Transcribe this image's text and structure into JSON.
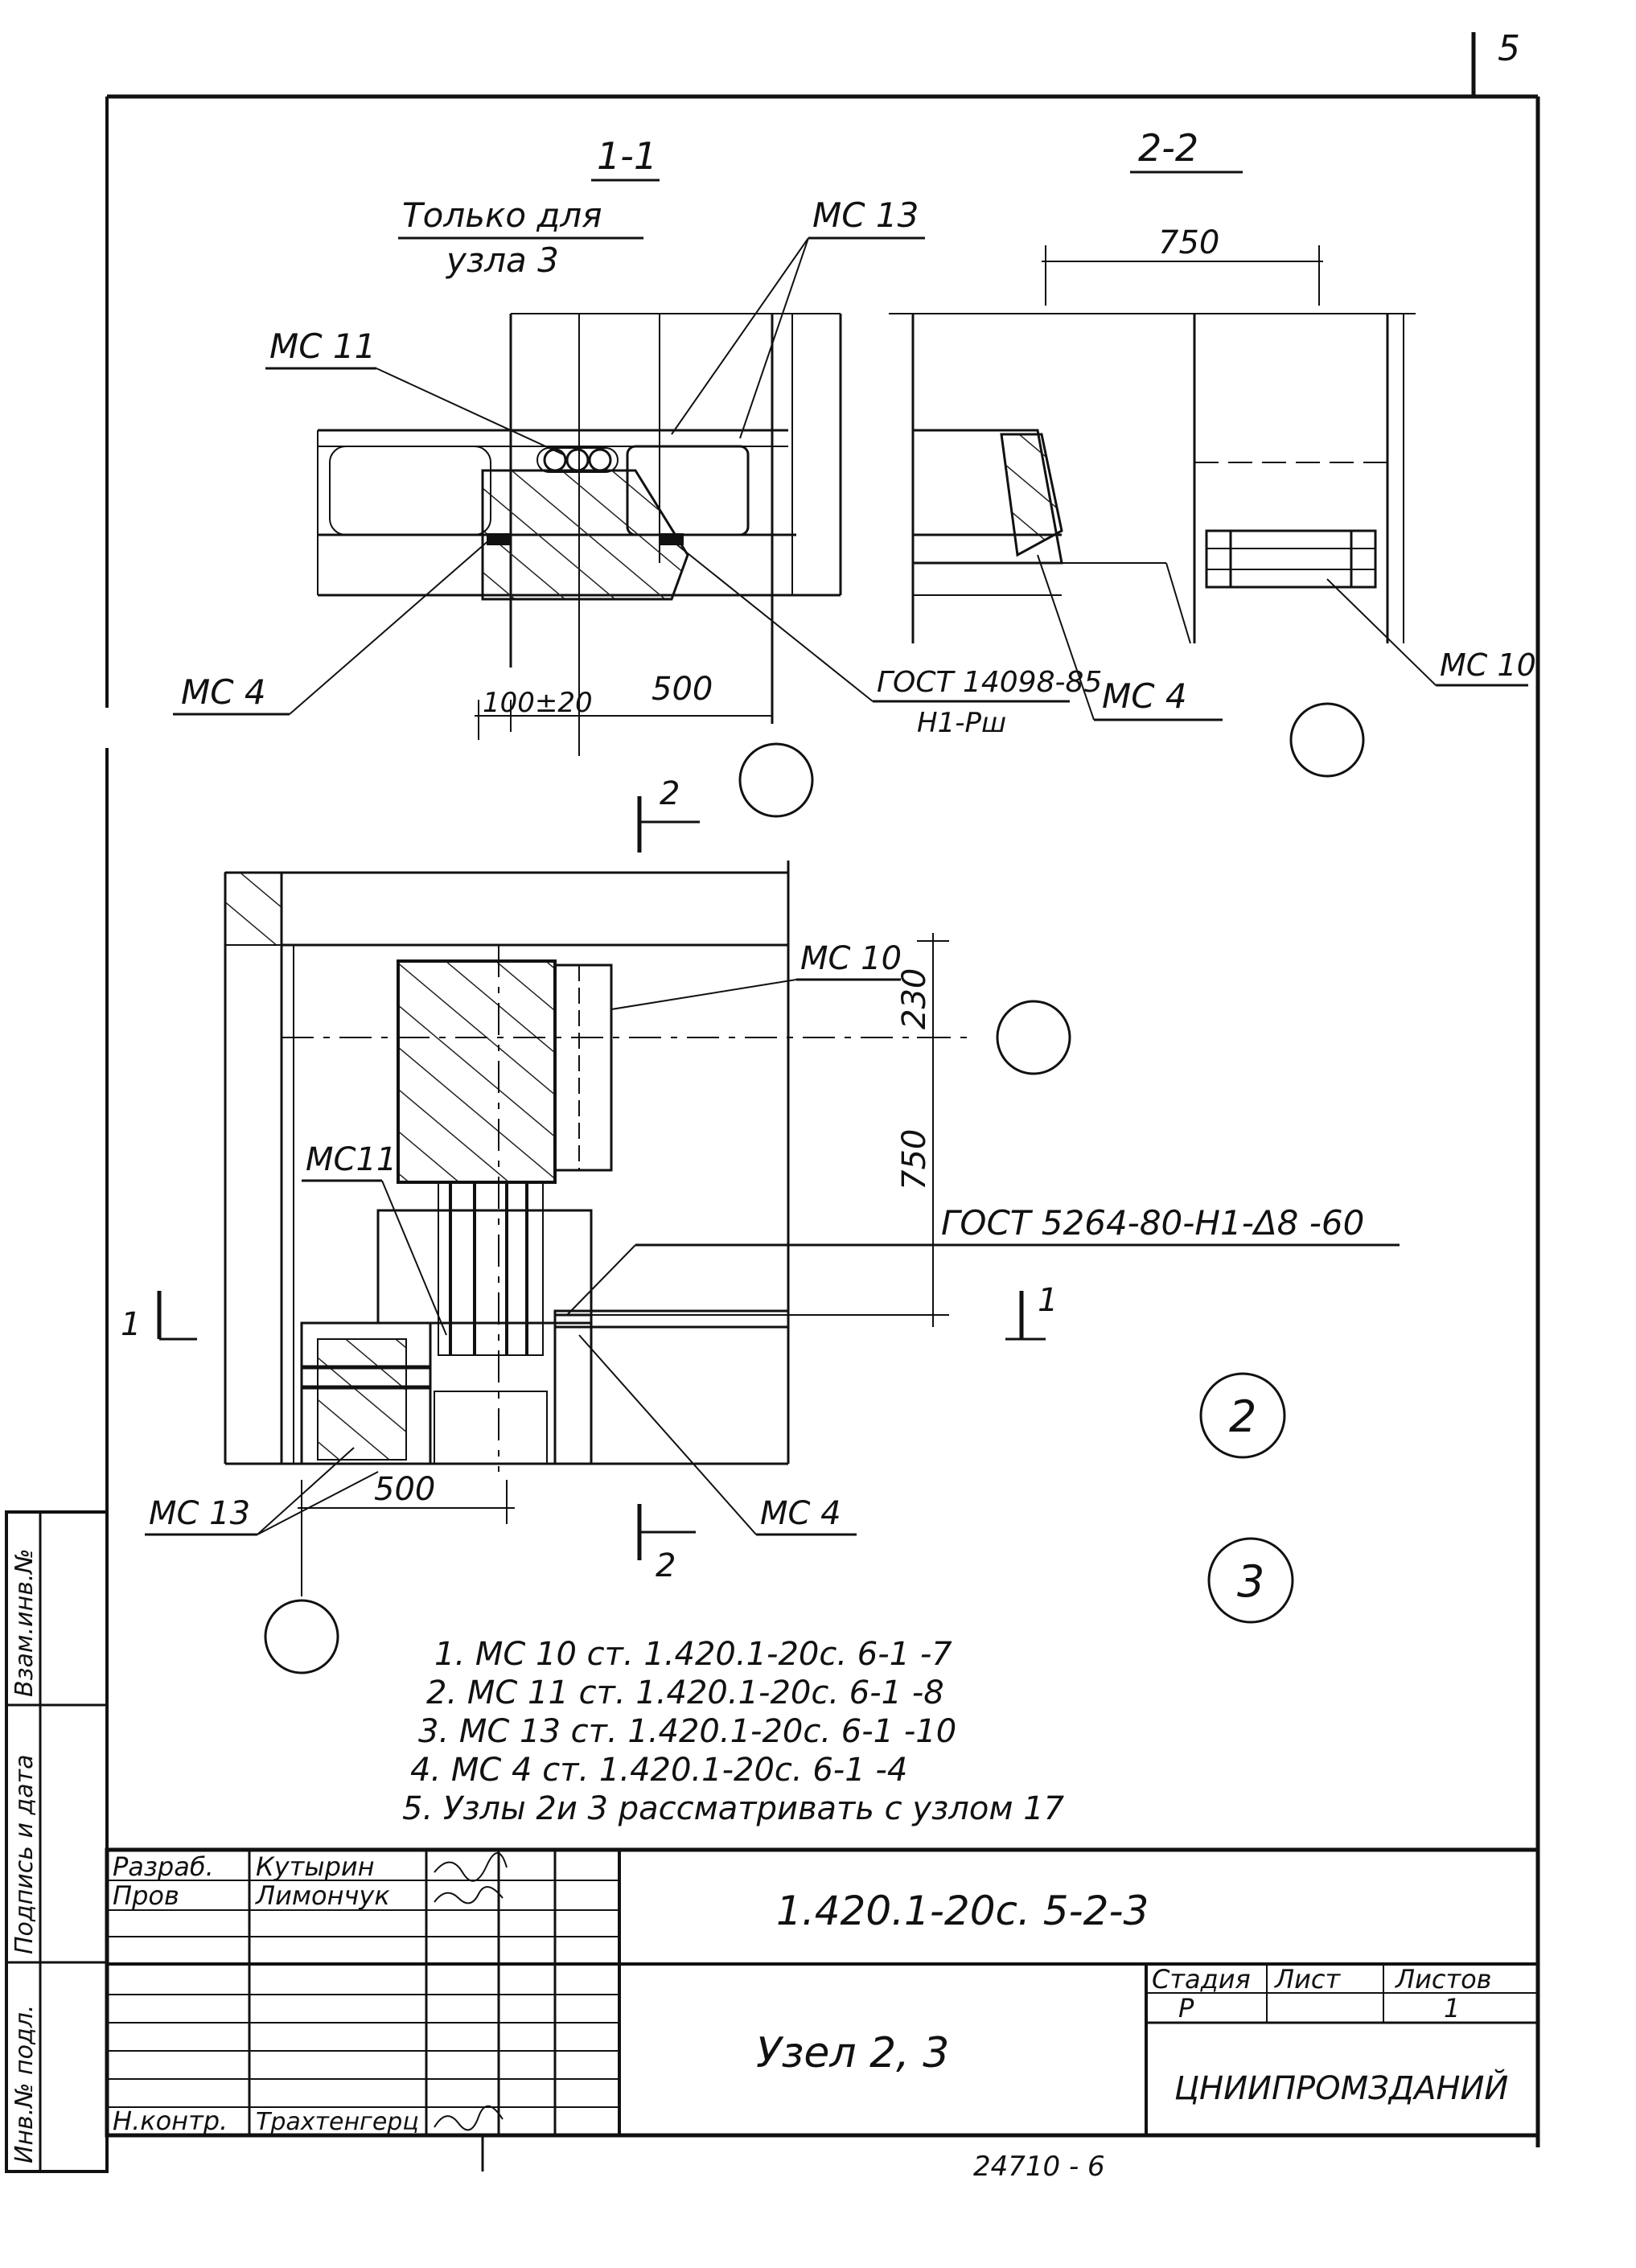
{
  "page_number": "5",
  "sections": {
    "s11": {
      "label": "1-1",
      "only_for_1": "Только для",
      "only_for_2": "узла 3",
      "mc11": "МС 11",
      "mc13": "МС 13",
      "mc4": "МС 4",
      "dim_100": "100±20",
      "dim_500": "500",
      "gost": "ГОСТ 14098-85",
      "gost_sub": "Н1-Рш"
    },
    "s22": {
      "label": "2-2",
      "dim_750": "750",
      "mc4": "МС 4",
      "mc10": "МС 10"
    }
  },
  "plan": {
    "mc10": "МС 10",
    "dim_230": "230",
    "dim_750": "750",
    "mc11": "МС11",
    "gost": "ГОСТ 5264-80-Н1-Δ8 -60",
    "cut_1_left": "1",
    "cut_1_right": "1",
    "cut_2_top": "2",
    "cut_2_bottom": "2",
    "mc13": "МС 13",
    "dim_500": "500",
    "mc4": "МС 4",
    "node_2": "2",
    "node_3": "3"
  },
  "notes": [
    "1. МС 10 ст. 1.420.1-20с. 6-1 -7",
    "2. МС 11 ст. 1.420.1-20с. 6-1 -8",
    "3. МС 13 ст. 1.420.1-20с. 6-1 -10",
    "4. МС 4 ст. 1.420.1-20с. 6-1 -4",
    "5. Узлы 2и 3 рассматривать с узлом 17"
  ],
  "title_block": {
    "role_dev": "Разраб.",
    "name_dev": "Кутырин",
    "role_check": "Пров",
    "name_check": "Лимончук",
    "role_norm": "Н.контр.",
    "name_norm": "Трахтенгерц",
    "doc_code": "1.420.1-20с. 5-2-3",
    "title": "Узел 2, 3",
    "stage_hdr": "Стадия",
    "sheet_hdr": "Лист",
    "sheets_hdr": "Листов",
    "stage": "Р",
    "sheets": "1",
    "org": "ЦНИИПРОМЗДАНИЙ"
  },
  "side_stamp": [
    "Инв.№ подл.",
    "Подпись и дата",
    "Взам.инв.№"
  ],
  "bottom_number": "24710 - 6"
}
